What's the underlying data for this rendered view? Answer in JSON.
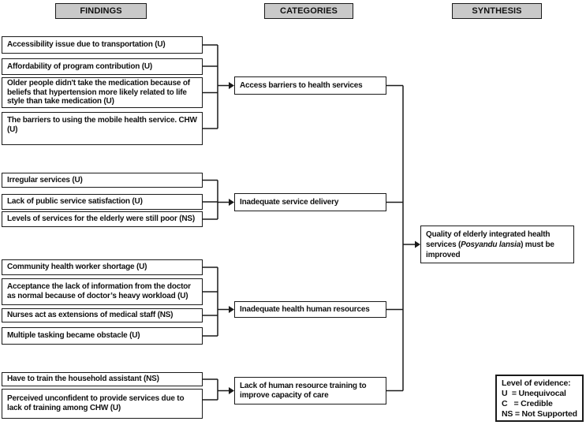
{
  "headers": {
    "findings": "FINDINGS",
    "categories": "CATEGORIES",
    "synthesis": "SYNTHESIS"
  },
  "findings": [
    "Accessibility issue due to transportation (U)",
    "Affordability of program contribution (U)",
    "Older people didn't take the medication because of beliefs that hypertension more likely related to life style than take medication (U)",
    "The barriers to using the mobile health service. CHW (U)",
    "Irregular services (U)",
    "Lack of public service satisfaction (U)",
    "Levels of services for the elderly were still poor (NS)",
    "Community health worker shortage (U)",
    "Acceptance the lack of information from the doctor as normal because of doctor’s heavy workload (U)",
    "Nurses act as extensions of medical staff (NS)",
    "Multiple tasking became obstacle (U)",
    "Have to train the household assistant (NS)",
    "Perceived unconfident to provide services due to lack of training among CHW (U)"
  ],
  "categories": [
    "Access barriers to health services",
    "Inadequate service delivery",
    "Inadequate health human resources",
    "Lack of human resource training to improve capacity of care"
  ],
  "synthesis": {
    "before": "Quality of elderly integrated health services (",
    "italic": "Posyandu lansia",
    "after": ") must be improved"
  },
  "legend": {
    "title": "Level of evidence:",
    "u": "U  = Unequivocal",
    "c": "C   = Credible",
    "ns": "NS = Not Supported"
  },
  "colors": {
    "header_fill": "#c9c9c9",
    "border": "#1a1a1a",
    "background": "#ffffff"
  }
}
